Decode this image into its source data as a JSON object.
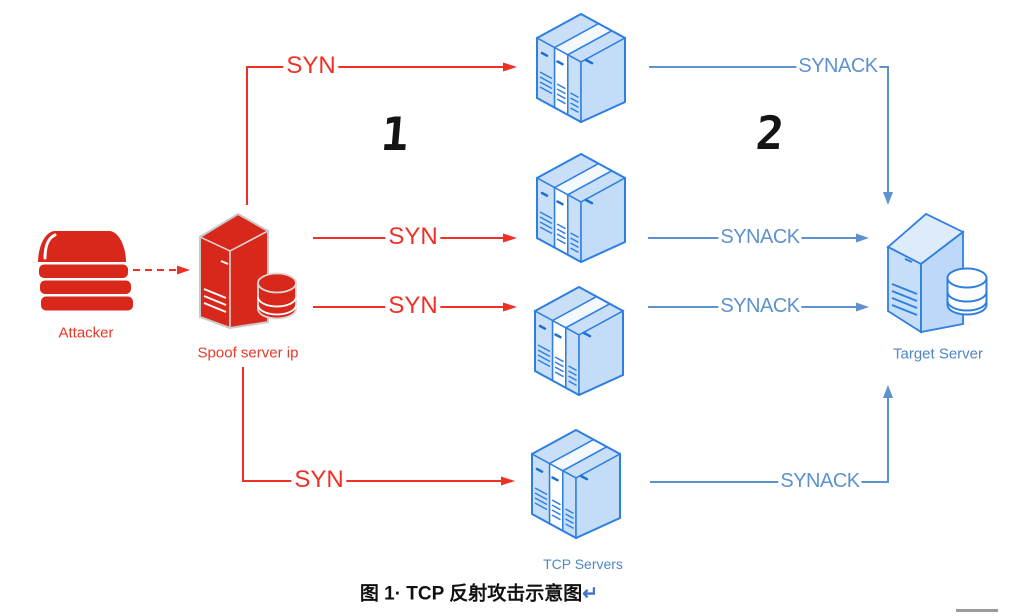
{
  "nodes": {
    "attacker": {
      "label": "Attacker"
    },
    "spoof_server": {
      "label": "Spoof server ip"
    },
    "tcp_servers": {
      "label": "TCP Servers"
    },
    "target_server": {
      "label": "Target Server"
    }
  },
  "steps": {
    "one": "1",
    "two": "2"
  },
  "edges": {
    "syn": [
      "SYN",
      "SYN",
      "SYN",
      "SYN"
    ],
    "synack": [
      "SYNACK",
      "SYNACK",
      "SYNACK",
      "SYNACK"
    ]
  },
  "caption": {
    "text": "图 1· TCP 反射攻击示意图",
    "return_mark": "↵"
  },
  "colors": {
    "red_line": "#F03024",
    "red_icon": "#D8281B",
    "blue_line": "#5E92CE",
    "blue_label": "#4E86C6",
    "icon_stroke_blue": "#2E7FE0",
    "icon_fill_blue": "#C9DFF8"
  }
}
